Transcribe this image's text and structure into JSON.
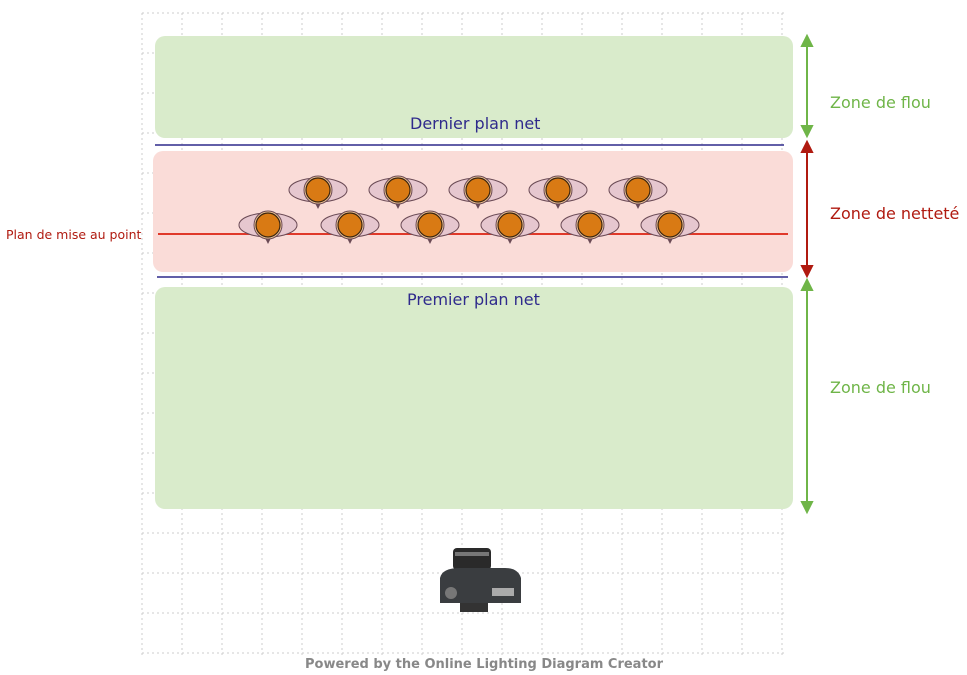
{
  "labels": {
    "last_plane": "Dernier plan net",
    "first_plane": "Premier plan net",
    "focus_plane": "Plan de mise au point",
    "zone_blur_top": "Zone de flou",
    "zone_sharp": "Zone de netteté",
    "zone_blur_bottom": "Zone de flou"
  },
  "footer": "Powered by the Online Lighting Diagram Creator",
  "colors": {
    "blur_zone": "#d9ebcb",
    "sharp_zone": "#fadcd8",
    "plane_line": "#2f2a8c",
    "focus_line": "#e0392a",
    "blur_arrow": "#6fb548",
    "sharp_arrow": "#b01a10",
    "person": "#d97a14"
  },
  "subjects": {
    "row_back": 5,
    "row_front": 6
  }
}
